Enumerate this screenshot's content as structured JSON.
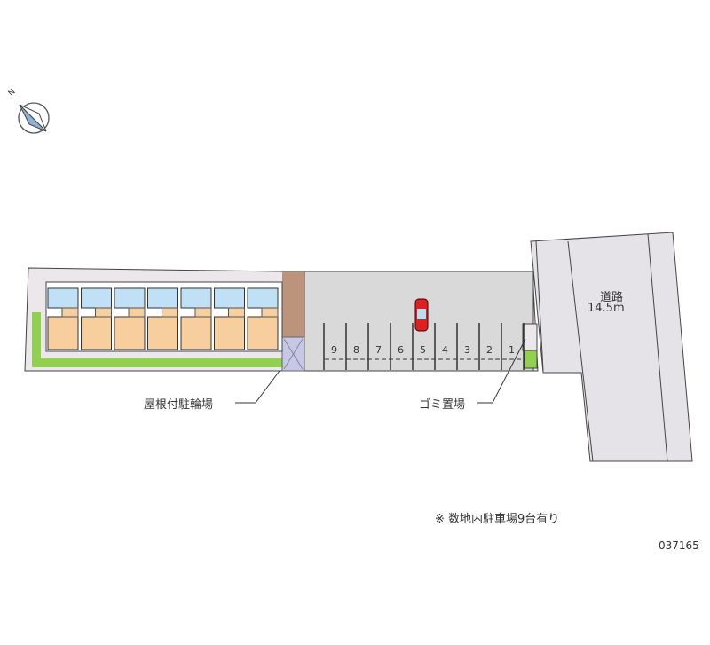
{
  "compass": {
    "label": "N"
  },
  "road": {
    "name": "道路",
    "width": "14.5m"
  },
  "parking": {
    "stalls": [
      "9",
      "8",
      "7",
      "6",
      "5",
      "4",
      "3",
      "2",
      "1"
    ],
    "car_color": "#e02020"
  },
  "labels": {
    "bicycle": "屋根付駐輪場",
    "garbage": "ゴミ置場"
  },
  "note": "※ 数地内駐車場9台有り",
  "code": "037165",
  "colors": {
    "ground": "#d9d9d9",
    "road": "#e6e3e8",
    "unit": "#f7cf9e",
    "grass": "#92d050",
    "bike": "#c7c7e8"
  }
}
